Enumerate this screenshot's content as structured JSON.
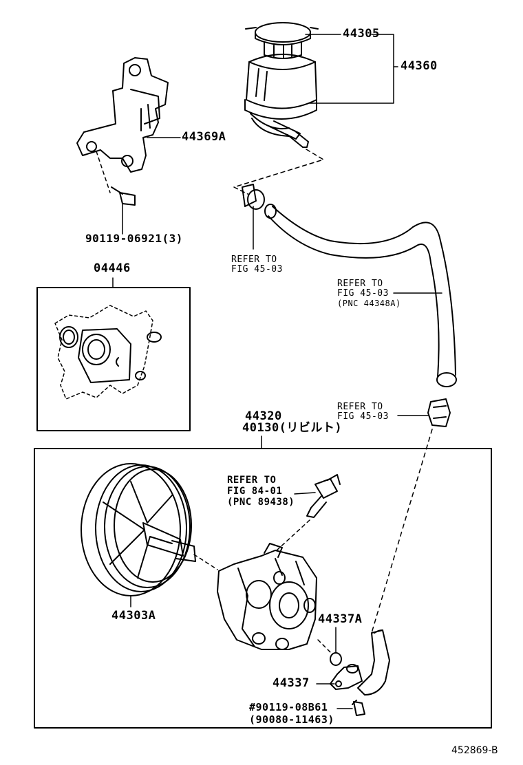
{
  "labels": {
    "p44305": "44305",
    "p44360": "44360",
    "p44369A": "44369A",
    "p90119_06921": "90119-06921(3)",
    "p04446": "04446",
    "p44320": "44320",
    "p40130": "40130(リビルト)",
    "p44303A": "44303A",
    "p44337A": "44337A",
    "p44337": "44337",
    "p90119_08B61": "#90119-08B61",
    "p90080_11463": "(90080-11463)"
  },
  "refers": {
    "r1_line1": "REFER TO",
    "r1_line2": "FIG 45-03",
    "r2_line1": "REFER TO",
    "r2_line2": "FIG 45-03",
    "r2_line3": "(PNC 44348A)",
    "r3_line1": "REFER TO",
    "r3_line2": "FIG 45-03",
    "r4_line1": "REFER TO",
    "r4_line2": "FIG 84-01",
    "r4_line3": "(PNC 89438)"
  },
  "footer": "452869-B"
}
